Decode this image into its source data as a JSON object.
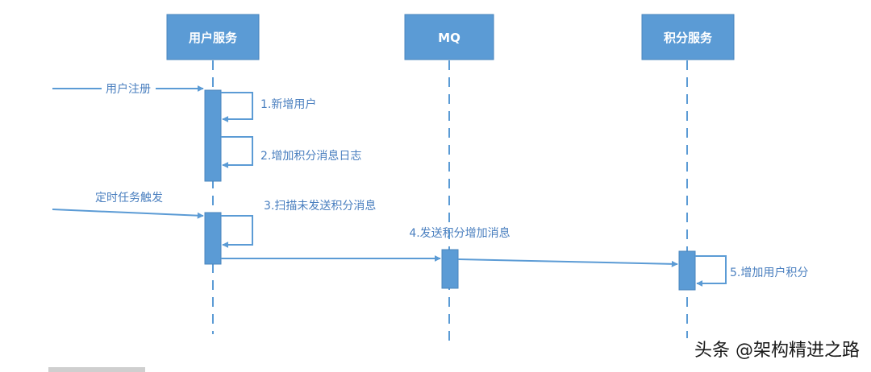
{
  "participants": [
    {
      "id": "user",
      "label": "用户服务"
    },
    {
      "id": "mq",
      "label": "MQ"
    },
    {
      "id": "points",
      "label": "积分服务"
    }
  ],
  "messages": [
    {
      "id": "register",
      "label": "用户注册"
    },
    {
      "id": "add-user",
      "label": "1.新增用户"
    },
    {
      "id": "add-log",
      "label": "2.增加积分消息日志"
    },
    {
      "id": "timer",
      "label": "定时任务触发"
    },
    {
      "id": "scan",
      "label": "3.扫描未发送积分消息"
    },
    {
      "id": "send",
      "label": "4.发送积分增加消息"
    },
    {
      "id": "add-points",
      "label": "5.增加用户积分"
    }
  ],
  "watermark": "头条 @架构精进之路",
  "colors": {
    "accent": "#5b9bd5",
    "label": "#4a7fbf"
  }
}
